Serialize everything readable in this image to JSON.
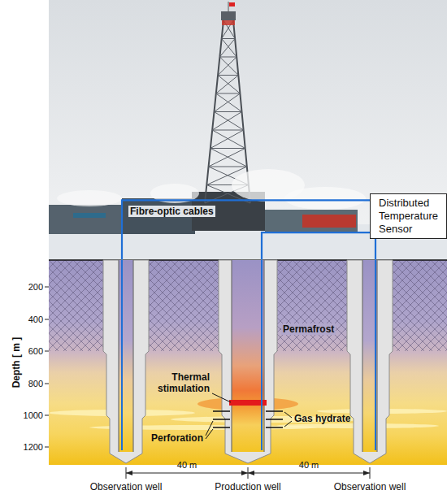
{
  "diagram": {
    "nodes": [
      {
        "text": [
          "Distributed Temperature Sensor"
        ]
      },
      {
        "text": [
          "Observation well"
        ]
      },
      {
        "text": [
          "Production well"
        ]
      },
      {
        "text": [
          "Observation well"
        ]
      }
    ],
    "edges": [
      {
        "from": 0,
        "to": 1,
        "arrow": "none"
      },
      {
        "from": 0,
        "to": 2,
        "arrow": "none"
      },
      {
        "from": 0,
        "to": 3,
        "arrow": "none"
      }
    ],
    "labels": [
      "Fibre-optic cables",
      "Permafrost",
      "Thermal stimulation",
      "Gas hydrate",
      "Perforation",
      "200",
      "400",
      "600",
      "800",
      "1000",
      "1200",
      "Depth [ m ]",
      "40 m",
      "40 m"
    ]
  }
}
